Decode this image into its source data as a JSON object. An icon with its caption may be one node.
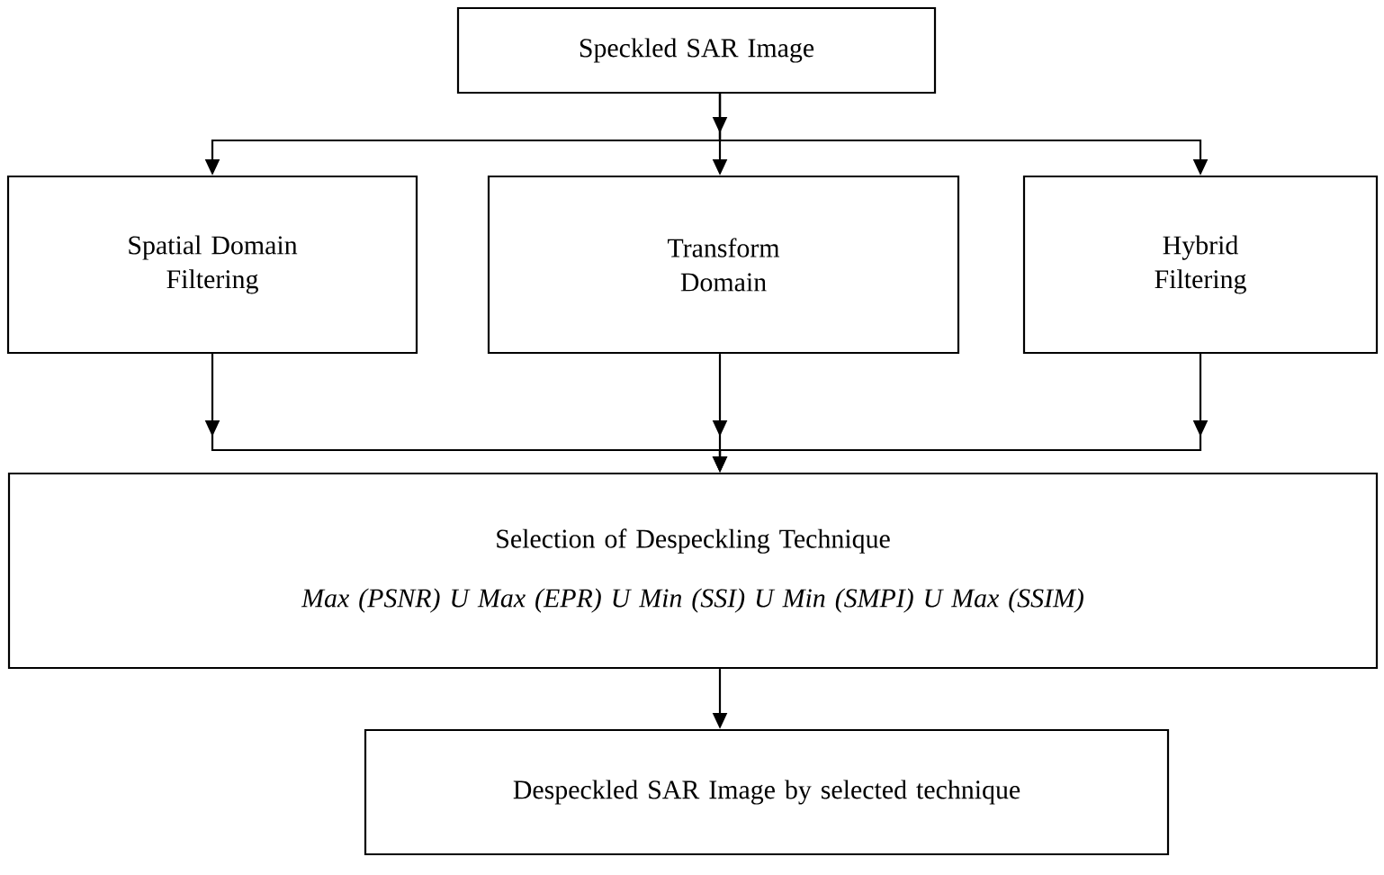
{
  "diagram": {
    "nodes": [
      {
        "text": [
          "Speckled SAR Image"
        ]
      },
      {
        "text": [
          "Spatial Domain Filtering"
        ]
      },
      {
        "text": [
          "Transform Domain"
        ]
      },
      {
        "text": [
          "Hybrid Filtering"
        ]
      },
      {
        "text": [
          "Selection of Despeckling Technique",
          "Max (PSNR) U Max (EPR) U Min (SSI) U Min (SMPI) U Max (SSIM)"
        ]
      },
      {
        "text": [
          "Despeckled SAR Image by selected technique"
        ]
      }
    ],
    "edges": [
      {
        "from": 0,
        "to": 1,
        "arrow": "to"
      },
      {
        "from": 0,
        "to": 2,
        "arrow": "to"
      },
      {
        "from": 0,
        "to": 3,
        "arrow": "to"
      },
      {
        "from": 1,
        "to": 4,
        "arrow": "to"
      },
      {
        "from": 2,
        "to": 4,
        "arrow": "to"
      },
      {
        "from": 3,
        "to": 4,
        "arrow": "to"
      },
      {
        "from": 4,
        "to": 5,
        "arrow": "to"
      }
    ]
  }
}
